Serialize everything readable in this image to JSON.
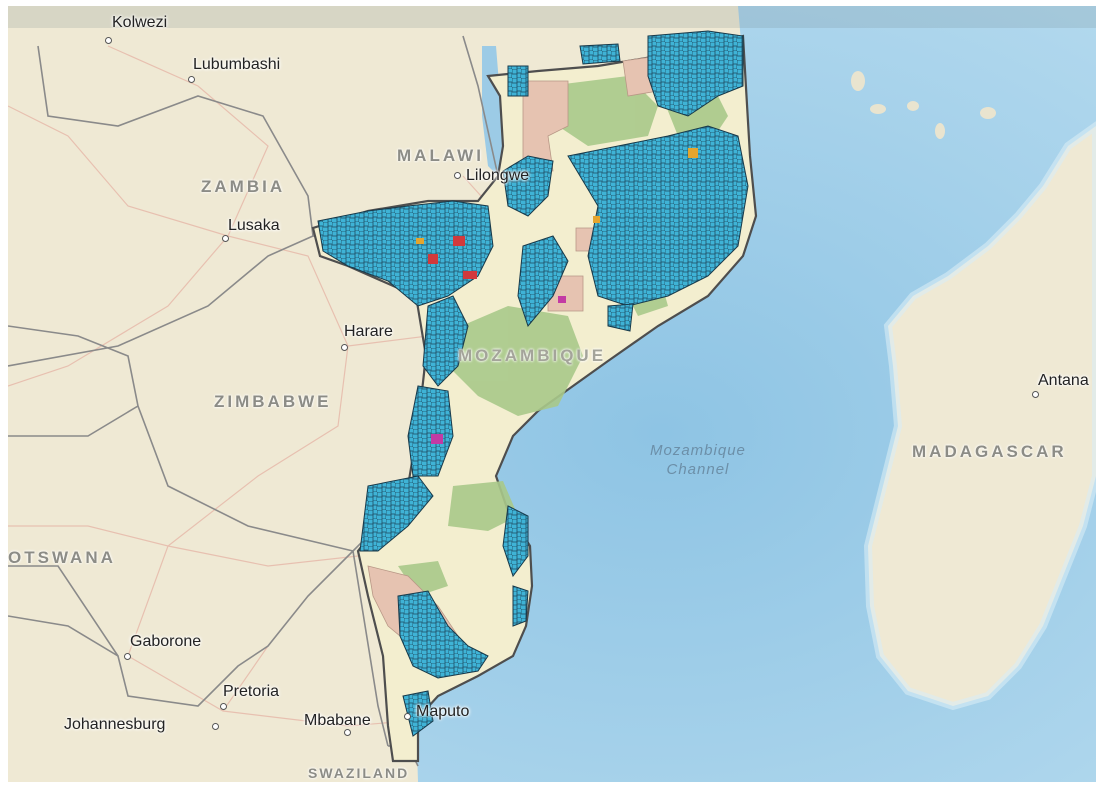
{
  "map": {
    "cities": [
      {
        "id": "kolwezi",
        "name": "Kolwezi"
      },
      {
        "id": "lubumbashi",
        "name": "Lubumbashi"
      },
      {
        "id": "lilongwe",
        "name": "Lilongwe"
      },
      {
        "id": "lusaka",
        "name": "Lusaka"
      },
      {
        "id": "harare",
        "name": "Harare"
      },
      {
        "id": "antananarivo",
        "name": "Antana"
      },
      {
        "id": "gaborone",
        "name": "Gaborone"
      },
      {
        "id": "pretoria",
        "name": "Pretoria"
      },
      {
        "id": "johannesburg",
        "name": "Johannesburg"
      },
      {
        "id": "mbabane",
        "name": "Mbabane"
      },
      {
        "id": "maputo",
        "name": "Maputo"
      }
    ],
    "countries": [
      {
        "id": "zambia",
        "name": "ZAMBIA"
      },
      {
        "id": "malawi",
        "name": "MALAWI"
      },
      {
        "id": "zimbabwe",
        "name": "ZIMBABWE"
      },
      {
        "id": "mozambique",
        "name": "MOZAMBIQUE"
      },
      {
        "id": "botswana",
        "name": "OTSWANA"
      },
      {
        "id": "madagascar",
        "name": "MADAGASCAR"
      },
      {
        "id": "swaziland",
        "name": "SWAZILAND"
      }
    ],
    "water_bodies": [
      {
        "id": "mozambique-channel",
        "lines": [
          "Mozambique",
          "Channel"
        ]
      }
    ],
    "colors": {
      "land": "#efe9d4",
      "ocean": "#a9d3ea",
      "deep_ocean": "#8cc3e2",
      "border": "#6f6f6f",
      "concession": "#3fb3d6",
      "protected_area": "#aac98b",
      "reserve": "#e7c3b0",
      "highlight_red": "#d2393c",
      "highlight_magenta": "#c33aa4",
      "highlight_orange": "#e4a52e"
    }
  }
}
